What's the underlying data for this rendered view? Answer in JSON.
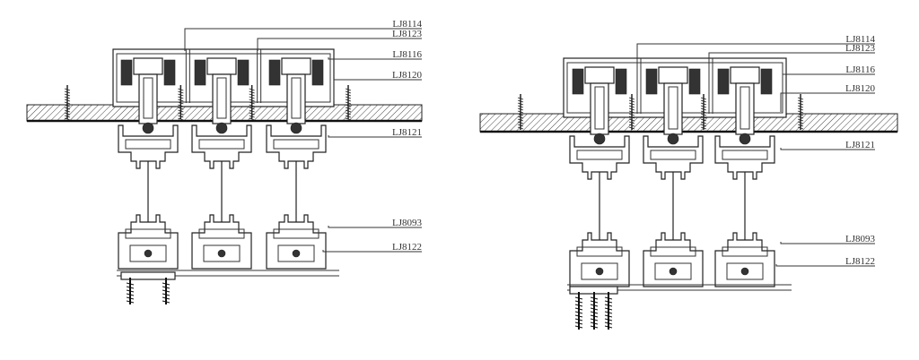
{
  "diagrams": [
    {
      "name": "left-section",
      "labels": [
        "LJ8114",
        "LJ8123",
        "LJ8116",
        "LJ8120",
        "LJ8121",
        "LJ8093",
        "LJ8122"
      ]
    },
    {
      "name": "right-section",
      "labels": [
        "LJ8114",
        "LJ8123",
        "LJ8116",
        "LJ8120",
        "LJ8121",
        "LJ8093",
        "LJ8122"
      ]
    }
  ]
}
